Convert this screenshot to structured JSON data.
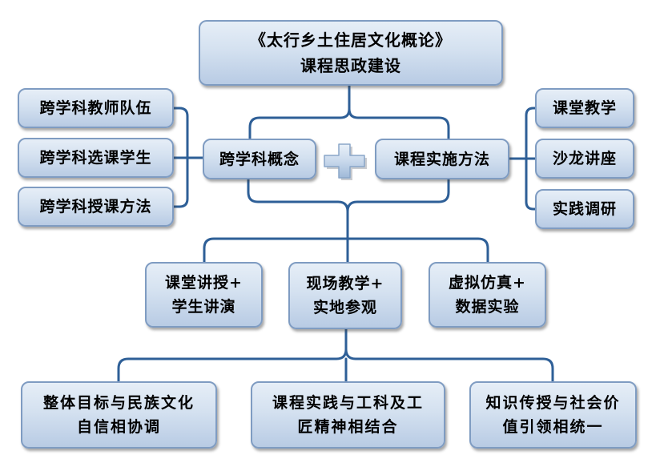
{
  "diagram": {
    "header": {
      "title": "《太行乡土住居文化概论》",
      "subtitle": "课程思政建设"
    },
    "concept": {
      "label": "跨学科概念",
      "items": [
        "跨学科教师队伍",
        "跨学科选课学生",
        "跨学科授课方法"
      ]
    },
    "joiner_icon": "plus-icon",
    "method": {
      "label": "课程实施方法",
      "items": [
        "课堂教学",
        "沙龙讲座",
        "实践调研"
      ]
    },
    "modes": [
      {
        "line1": "课堂讲授+",
        "line2": "学生讲演"
      },
      {
        "line1": "现场教学+",
        "line2": "实地参观"
      },
      {
        "line1": "虚拟仿真+",
        "line2": "数据实验"
      }
    ],
    "goals": [
      {
        "line1": "整体目标与民族文化",
        "line2": "自信相协调"
      },
      {
        "line1": "课程实践与工科及工",
        "line2": "匠精神相结合"
      },
      {
        "line1": "知识传授与社会价",
        "line2": "值引领相统一"
      }
    ]
  },
  "colors": {
    "box_fill_top": "#e6eef7",
    "box_fill_mid": "#d4e1f0",
    "box_fill_bottom": "#b8cbe4",
    "box_border": "#7f9cc2",
    "connector": "#2e5f97",
    "text": "#000000",
    "plus_fill": "#c9d9ec"
  }
}
